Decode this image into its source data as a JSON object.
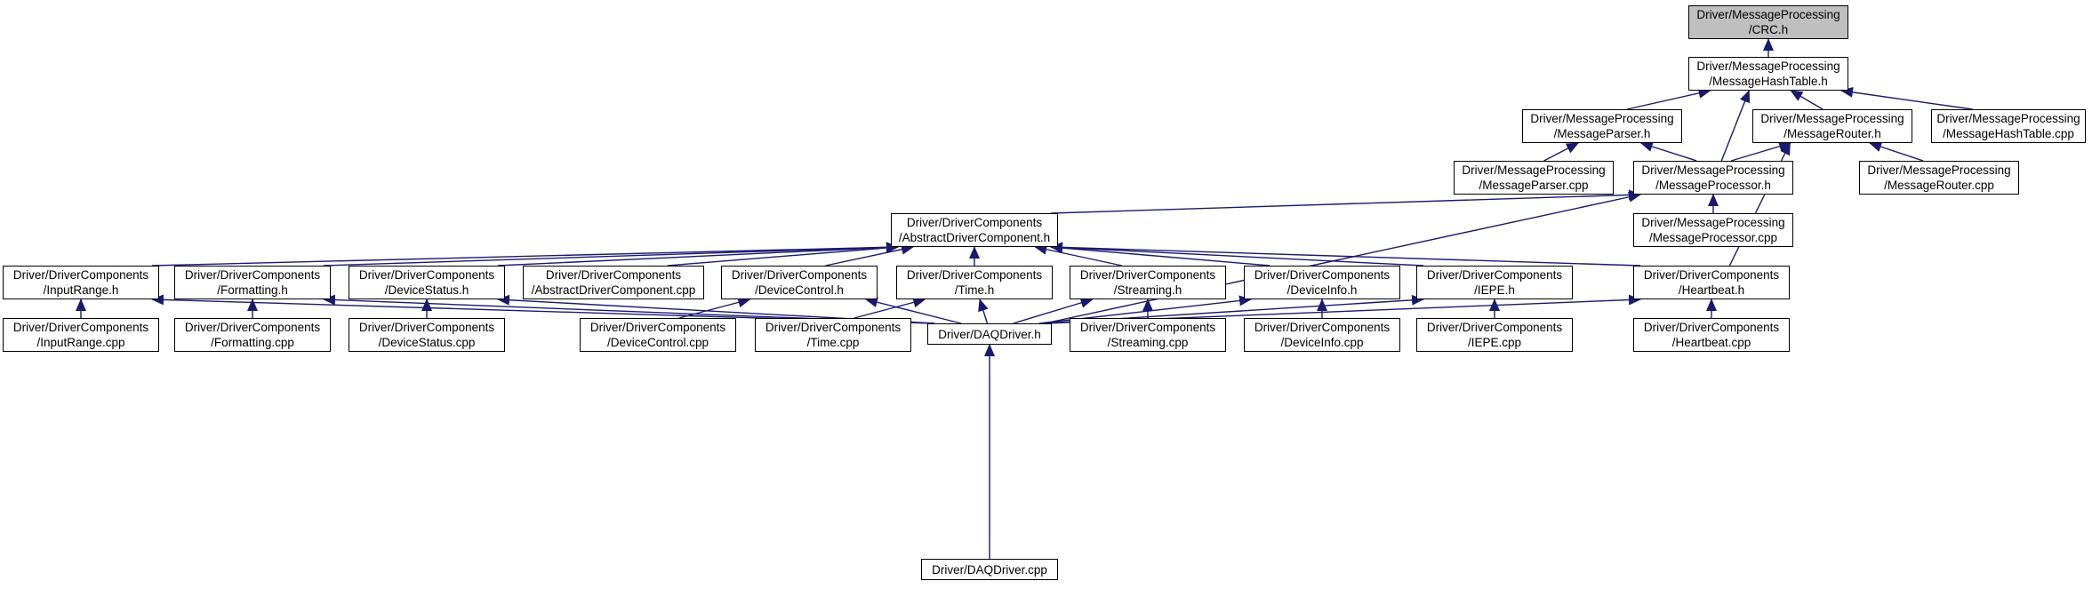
{
  "diagram": {
    "type": "include-dependency-graph",
    "edge_color": "#191970",
    "root_fill": "#bfbfbf",
    "nodes": [
      {
        "id": "crc_h",
        "line1": "Driver/MessageProcessing",
        "line2": "/CRC.h",
        "root": true
      },
      {
        "id": "mht_h",
        "line1": "Driver/MessageProcessing",
        "line2": "/MessageHashTable.h"
      },
      {
        "id": "mparser_h",
        "line1": "Driver/MessageProcessing",
        "line2": "/MessageParser.h"
      },
      {
        "id": "mrouter_h",
        "line1": "Driver/MessageProcessing",
        "line2": "/MessageRouter.h"
      },
      {
        "id": "mht_cpp",
        "line1": "Driver/MessageProcessing",
        "line2": "/MessageHashTable.cpp"
      },
      {
        "id": "mparser_cpp",
        "line1": "Driver/MessageProcessing",
        "line2": "/MessageParser.cpp"
      },
      {
        "id": "mproc_h",
        "line1": "Driver/MessageProcessing",
        "line2": "/MessageProcessor.h"
      },
      {
        "id": "mrouter_cpp",
        "line1": "Driver/MessageProcessing",
        "line2": "/MessageRouter.cpp"
      },
      {
        "id": "adc_h",
        "line1": "Driver/DriverComponents",
        "line2": "/AbstractDriverComponent.h"
      },
      {
        "id": "mproc_cpp",
        "line1": "Driver/MessageProcessing",
        "line2": "/MessageProcessor.cpp"
      },
      {
        "id": "inrange_h",
        "line1": "Driver/DriverComponents",
        "line2": "/InputRange.h"
      },
      {
        "id": "fmt_h",
        "line1": "Driver/DriverComponents",
        "line2": "/Formatting.h"
      },
      {
        "id": "devstat_h",
        "line1": "Driver/DriverComponents",
        "line2": "/DeviceStatus.h"
      },
      {
        "id": "adc_cpp",
        "line1": "Driver/DriverComponents",
        "line2": "/AbstractDriverComponent.cpp"
      },
      {
        "id": "devctl_h",
        "line1": "Driver/DriverComponents",
        "line2": "/DeviceControl.h"
      },
      {
        "id": "time_h",
        "line1": "Driver/DriverComponents",
        "line2": "/Time.h"
      },
      {
        "id": "stream_h",
        "line1": "Driver/DriverComponents",
        "line2": "/Streaming.h"
      },
      {
        "id": "devinfo_h",
        "line1": "Driver/DriverComponents",
        "line2": "/DeviceInfo.h"
      },
      {
        "id": "iepe_h",
        "line1": "Driver/DriverComponents",
        "line2": "/IEPE.h"
      },
      {
        "id": "hb_h",
        "line1": "Driver/DriverComponents",
        "line2": "/Heartbeat.h"
      },
      {
        "id": "inrange_cpp",
        "line1": "Driver/DriverComponents",
        "line2": "/InputRange.cpp"
      },
      {
        "id": "fmt_cpp",
        "line1": "Driver/DriverComponents",
        "line2": "/Formatting.cpp"
      },
      {
        "id": "devstat_cpp",
        "line1": "Driver/DriverComponents",
        "line2": "/DeviceStatus.cpp"
      },
      {
        "id": "devctl_cpp",
        "line1": "Driver/DriverComponents",
        "line2": "/DeviceControl.cpp"
      },
      {
        "id": "time_cpp",
        "line1": "Driver/DriverComponents",
        "line2": "/Time.cpp"
      },
      {
        "id": "daq_h",
        "line1": "Driver/DAQDriver.h",
        "line2": ""
      },
      {
        "id": "stream_cpp",
        "line1": "Driver/DriverComponents",
        "line2": "/Streaming.cpp"
      },
      {
        "id": "devinfo_cpp",
        "line1": "Driver/DriverComponents",
        "line2": "/DeviceInfo.cpp"
      },
      {
        "id": "iepe_cpp",
        "line1": "Driver/DriverComponents",
        "line2": "/IEPE.cpp"
      },
      {
        "id": "hb_cpp",
        "line1": "Driver/DriverComponents",
        "line2": "/Heartbeat.cpp"
      },
      {
        "id": "daq_cpp",
        "line1": "Driver/DAQDriver.cpp",
        "line2": ""
      }
    ],
    "edges": [
      {
        "from": "mht_h",
        "to": "crc_h"
      },
      {
        "from": "mparser_h",
        "to": "mht_h"
      },
      {
        "from": "mrouter_h",
        "to": "mht_h"
      },
      {
        "from": "mht_cpp",
        "to": "mht_h"
      },
      {
        "from": "mproc_h",
        "to": "mht_h"
      },
      {
        "from": "mparser_cpp",
        "to": "mparser_h"
      },
      {
        "from": "mproc_h",
        "to": "mparser_h"
      },
      {
        "from": "mproc_h",
        "to": "mrouter_h"
      },
      {
        "from": "mrouter_cpp",
        "to": "mrouter_h"
      },
      {
        "from": "hb_h",
        "to": "mrouter_h"
      },
      {
        "from": "adc_h",
        "to": "mproc_h"
      },
      {
        "from": "mproc_cpp",
        "to": "mproc_h"
      },
      {
        "from": "daq_h",
        "to": "mproc_h"
      },
      {
        "from": "inrange_h",
        "to": "adc_h"
      },
      {
        "from": "fmt_h",
        "to": "adc_h"
      },
      {
        "from": "devstat_h",
        "to": "adc_h"
      },
      {
        "from": "adc_cpp",
        "to": "adc_h"
      },
      {
        "from": "devctl_h",
        "to": "adc_h"
      },
      {
        "from": "time_h",
        "to": "adc_h"
      },
      {
        "from": "stream_h",
        "to": "adc_h"
      },
      {
        "from": "devinfo_h",
        "to": "adc_h"
      },
      {
        "from": "iepe_h",
        "to": "adc_h"
      },
      {
        "from": "hb_h",
        "to": "adc_h"
      },
      {
        "from": "inrange_cpp",
        "to": "inrange_h"
      },
      {
        "from": "daq_h",
        "to": "inrange_h"
      },
      {
        "from": "fmt_cpp",
        "to": "fmt_h"
      },
      {
        "from": "daq_h",
        "to": "fmt_h"
      },
      {
        "from": "devstat_cpp",
        "to": "devstat_h"
      },
      {
        "from": "daq_h",
        "to": "devstat_h"
      },
      {
        "from": "devctl_cpp",
        "to": "devctl_h"
      },
      {
        "from": "daq_h",
        "to": "devctl_h"
      },
      {
        "from": "time_cpp",
        "to": "time_h"
      },
      {
        "from": "daq_h",
        "to": "time_h"
      },
      {
        "from": "stream_cpp",
        "to": "stream_h"
      },
      {
        "from": "daq_h",
        "to": "stream_h"
      },
      {
        "from": "devinfo_cpp",
        "to": "devinfo_h"
      },
      {
        "from": "daq_h",
        "to": "devinfo_h"
      },
      {
        "from": "iepe_cpp",
        "to": "iepe_h"
      },
      {
        "from": "daq_h",
        "to": "iepe_h"
      },
      {
        "from": "hb_cpp",
        "to": "hb_h"
      },
      {
        "from": "daq_h",
        "to": "hb_h"
      },
      {
        "from": "daq_cpp",
        "to": "daq_h"
      }
    ]
  }
}
